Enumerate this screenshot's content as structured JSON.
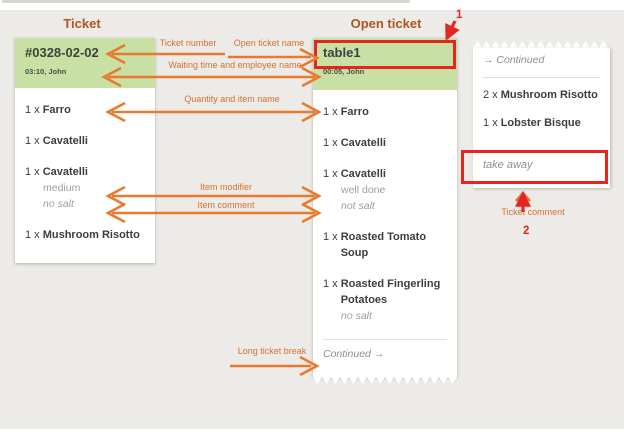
{
  "header": {
    "ticket_title": "Ticket",
    "open_ticket_title": "Open ticket"
  },
  "ticket": {
    "number": "#0328-02-02",
    "meta": "03:10, John",
    "items": [
      {
        "qty": "1 x",
        "name": "Farro"
      },
      {
        "qty": "1 x",
        "name": "Cavatelli"
      },
      {
        "qty": "1 x",
        "name": "Cavatelli",
        "modifier": "medium",
        "comment": "no salt"
      },
      {
        "qty": "1 x",
        "name": "Mushroom Risotto"
      }
    ]
  },
  "open_ticket": {
    "name": "table1",
    "meta": "00:05, John",
    "items": [
      {
        "qty": "1 x",
        "name": "Farro"
      },
      {
        "qty": "1 x",
        "name": "Cavatelli"
      },
      {
        "qty": "1 x",
        "name": "Cavatelli",
        "modifier": "well done",
        "comment": "not salt"
      },
      {
        "qty": "1 x",
        "name": "Roasted Tomato Soup"
      },
      {
        "qty": "1 x",
        "name": "Roasted Fingerling Potatoes",
        "comment": "no salt"
      }
    ],
    "continued_label": "Continued →"
  },
  "continued_ticket": {
    "header": "→ Continued",
    "items": [
      {
        "qty": "2 x",
        "name": "Mushroom Risotto"
      },
      {
        "qty": "1 x",
        "name": "Lobster Bisque"
      }
    ],
    "comment": "take away"
  },
  "annotations": {
    "ticket_number": "Ticket number",
    "open_ticket_name": "Open ticket name",
    "waiting_time": "Waiting time and employee name",
    "quantity_item": "Quantity and item name",
    "item_modifier": "Item modifier",
    "item_comment": "Item comment",
    "long_ticket_break": "Long ticket break",
    "ticket_comment": "Ticket comment",
    "marker_1": "1",
    "marker_2": "2"
  },
  "colors": {
    "accent_orange": "#e87a2e",
    "label_orange": "#d4702f",
    "title_brown": "#b3541c",
    "highlight_red": "#e52620",
    "header_green": "#c9e0a5",
    "panel_background": "#edebe8"
  }
}
